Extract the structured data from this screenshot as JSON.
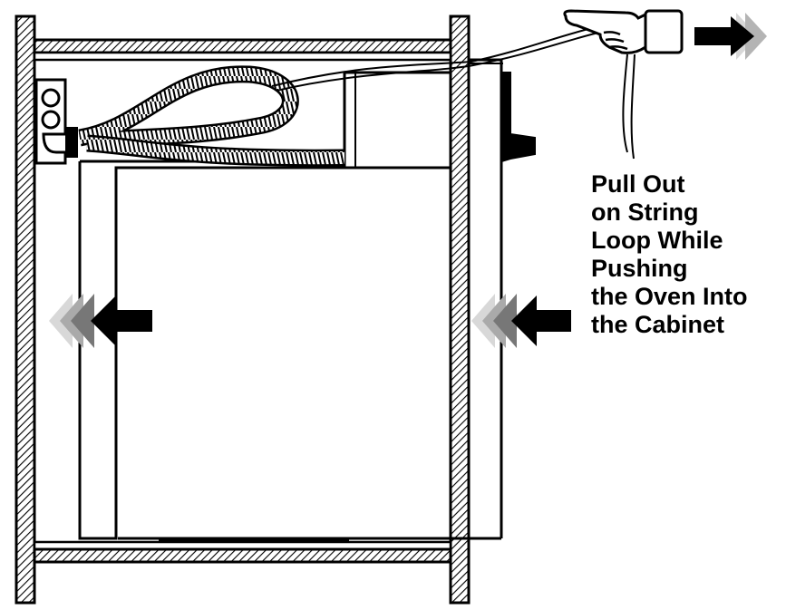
{
  "instruction": {
    "lines": [
      "Pull Out",
      "on String",
      "Loop While",
      "Pushing",
      "the Oven Into",
      "the Cabinet"
    ]
  },
  "colors": {
    "ink": "#000000",
    "paper": "#ffffff",
    "arrow_fade": "#8a8a8a"
  },
  "icons": {
    "hand": "pointing-hand-icon",
    "arrow_right": "arrow-right-icon",
    "arrow_left": "arrow-left-icon"
  }
}
